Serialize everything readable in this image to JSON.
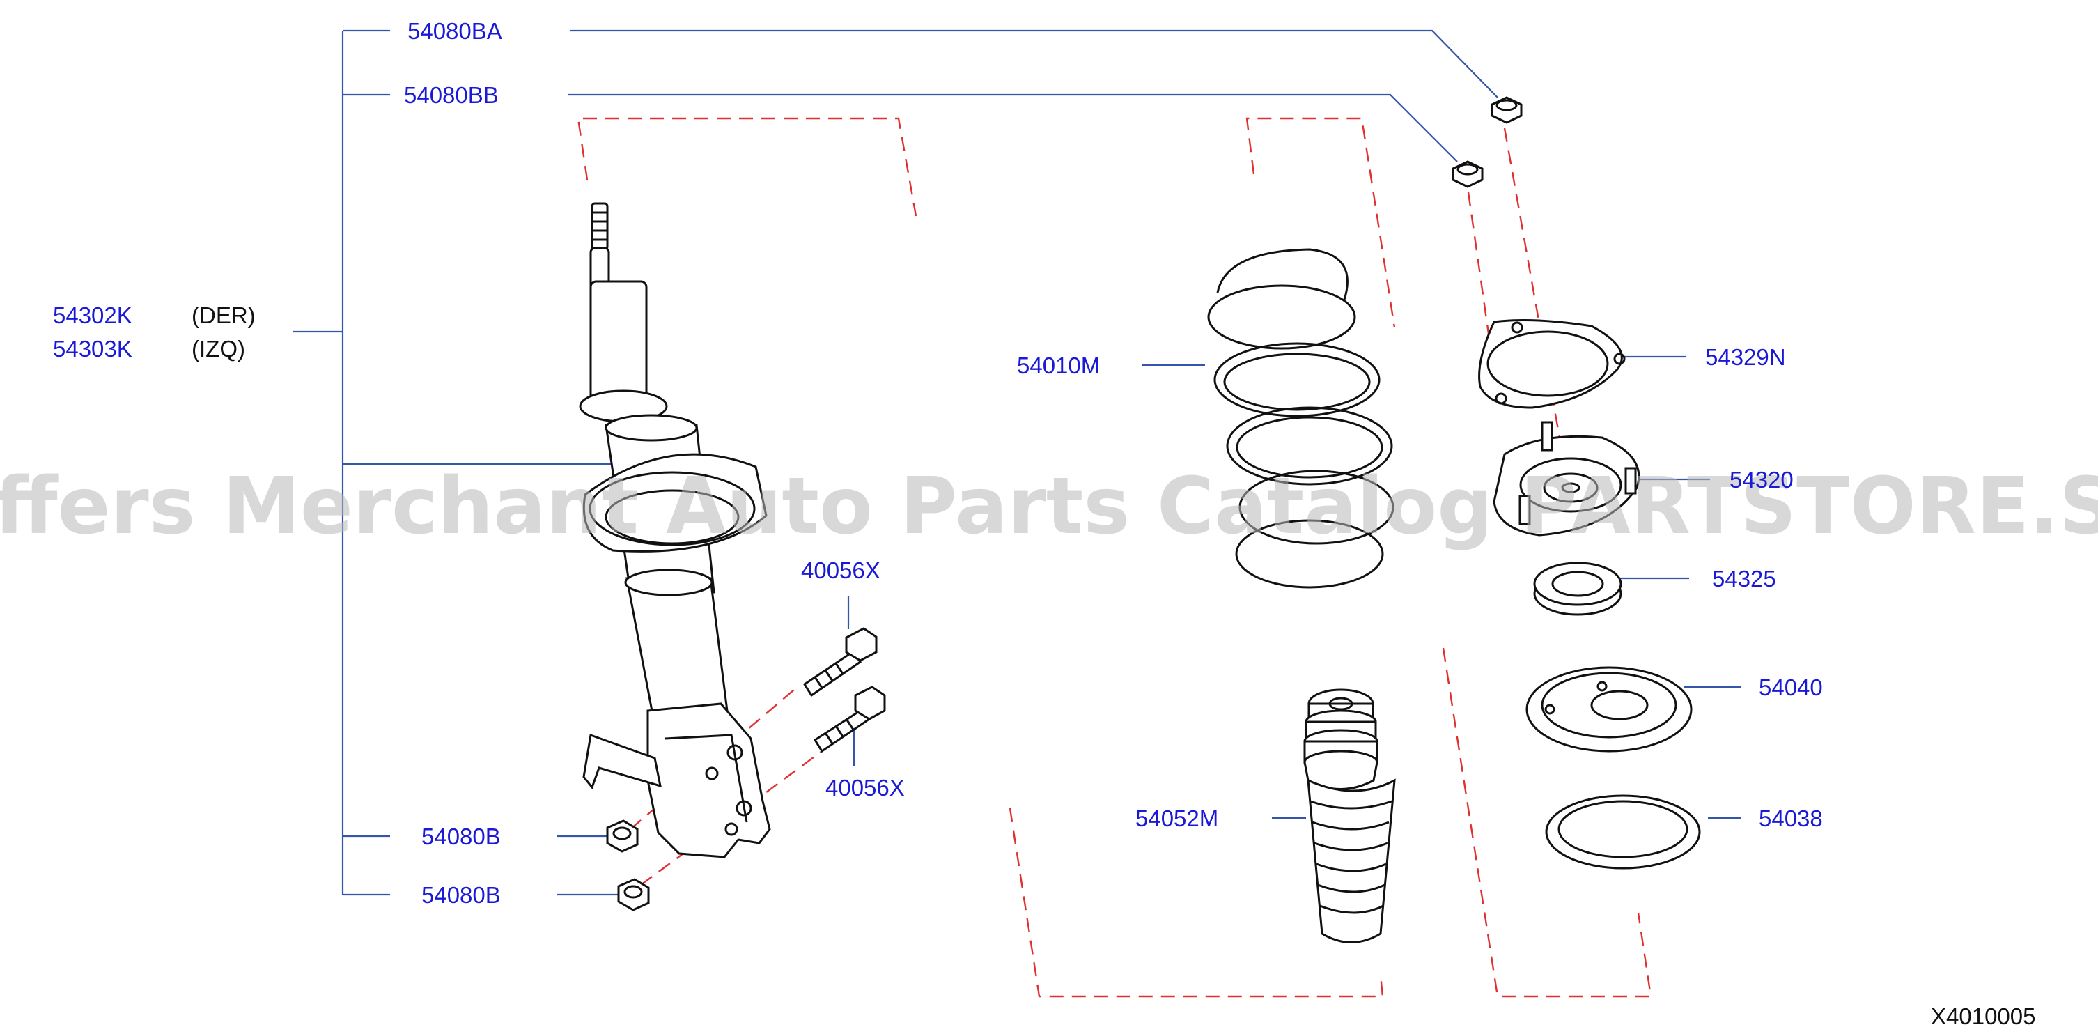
{
  "labels": {
    "p54080BA": "54080BA",
    "p54080BB": "54080BB",
    "p54302K": "54302K",
    "p54302K_side": "(DER)",
    "p54303K": "54303K",
    "p54303K_side": "(IZQ)",
    "p40056X_a": "40056X",
    "p40056X_b": "40056X",
    "p54080B_a": "54080B",
    "p54080B_b": "54080B",
    "p54010M": "54010M",
    "p54052M": "54052M",
    "p54329N": "54329N",
    "p54320": "54320",
    "p54325": "54325",
    "p54040": "54040",
    "p54038": "54038"
  },
  "diagram_code": "X4010005",
  "watermark": "Offers Merchant Auto Parts Catalog PARTSTORE.SA",
  "colors": {
    "label": "#1a1ad6",
    "leader": "#3355aa",
    "dashed": "#e03030",
    "watermark": "#b8b8b8"
  }
}
